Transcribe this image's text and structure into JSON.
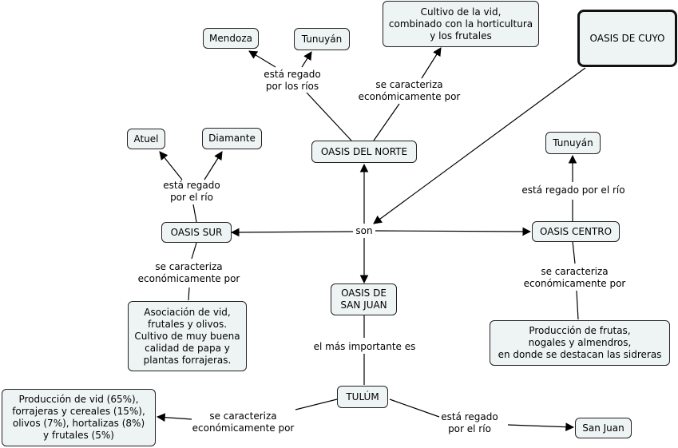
{
  "nodes": {
    "oasis_cuyo": "OASIS DE CUYO",
    "oasis_norte": "OASIS DEL NORTE",
    "oasis_sur": "OASIS SUR",
    "oasis_centro": "OASIS CENTRO",
    "oasis_san_juan": "OASIS DE\nSAN JUAN",
    "tulum": "TULÚM",
    "mendoza": "Mendoza",
    "tunuyan_norte": "Tunuyán",
    "cultivo_vid": "Cultivo de la vid,\ncombinado con la horticultura\ny los frutales",
    "atuel": "Atuel",
    "diamante": "Diamante",
    "tunuyan_centro": "Tunuyán",
    "asociacion": "Asociación de vid,\nfrutales y olivos.\nCultivo de muy buena\ncalidad de papa y\nplantas forrajeras.",
    "produccion_frutas": "Producción de frutas,\nnogales y almendros,\nen donde se destacan las sidreras",
    "produccion_vid": "Producción de vid (65%),\nforrajeras y cereales (15%),\nolivos (7%), hortalizas (8%)\ny frutales (5%)",
    "san_juan": "San Juan"
  },
  "links": {
    "son": "son",
    "regado_rios_norte": "está regado\npor los ríos",
    "caracteriza_norte": "se caracteriza\neconómicamente por",
    "regado_rio_sur": "está regado\npor el río",
    "regado_rio_centro": "está regado por el río",
    "caracteriza_sur": "se caracteriza\neconómicamente por",
    "caracteriza_centro": "se caracteriza\neconómicamente por",
    "mas_importante": "el más importante es",
    "caracteriza_tulum": "se caracteriza\neconómicamente por",
    "regado_rio_tulum": "está regado\npor el río"
  }
}
